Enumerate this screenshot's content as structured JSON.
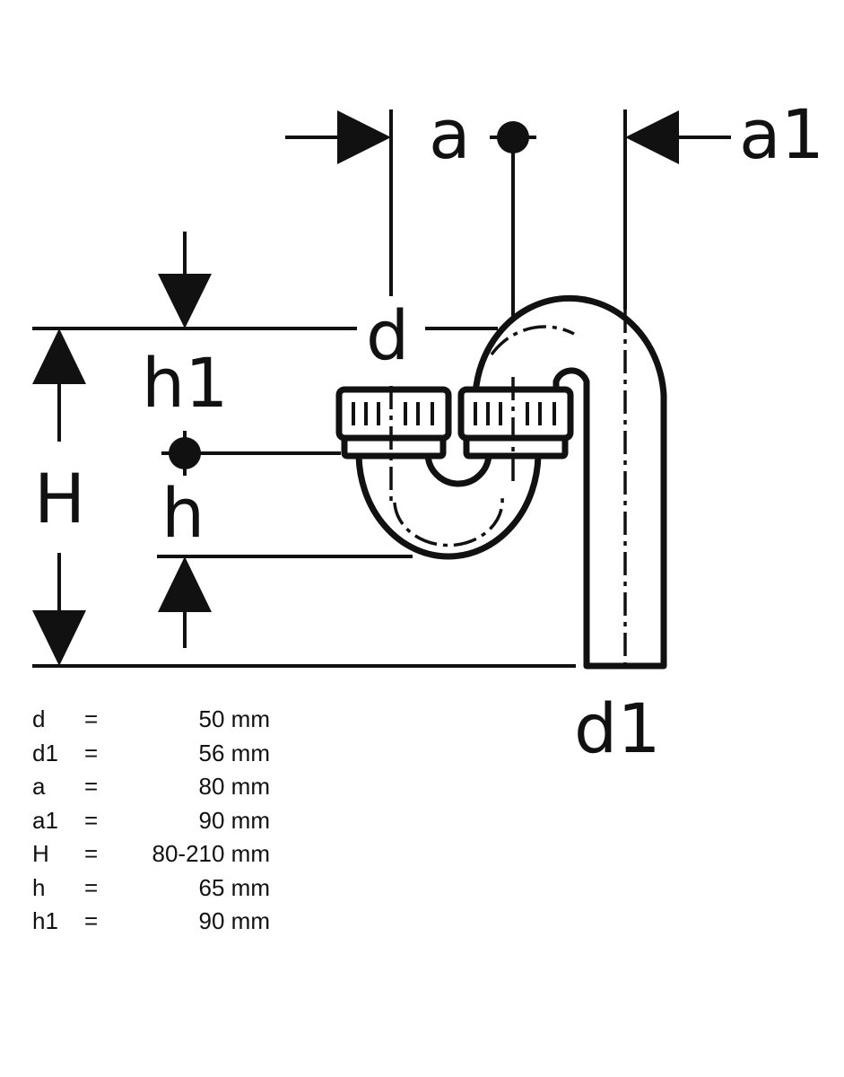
{
  "labels": {
    "a": "a",
    "a1": "a1",
    "d": "d",
    "d1": "d1",
    "h": "h",
    "h1": "h1",
    "H": "H"
  },
  "dimensions": [
    {
      "symbol": "d",
      "eq": "=",
      "value": "50 mm"
    },
    {
      "symbol": "d1",
      "eq": "=",
      "value": "56 mm"
    },
    {
      "symbol": "a",
      "eq": "=",
      "value": "80 mm"
    },
    {
      "symbol": "a1",
      "eq": "=",
      "value": "90 mm"
    },
    {
      "symbol": "H",
      "eq": "=",
      "value": "80-210 mm"
    },
    {
      "symbol": "h",
      "eq": "=",
      "value": "65 mm"
    },
    {
      "symbol": "h1",
      "eq": "=",
      "value": "90 mm"
    }
  ]
}
